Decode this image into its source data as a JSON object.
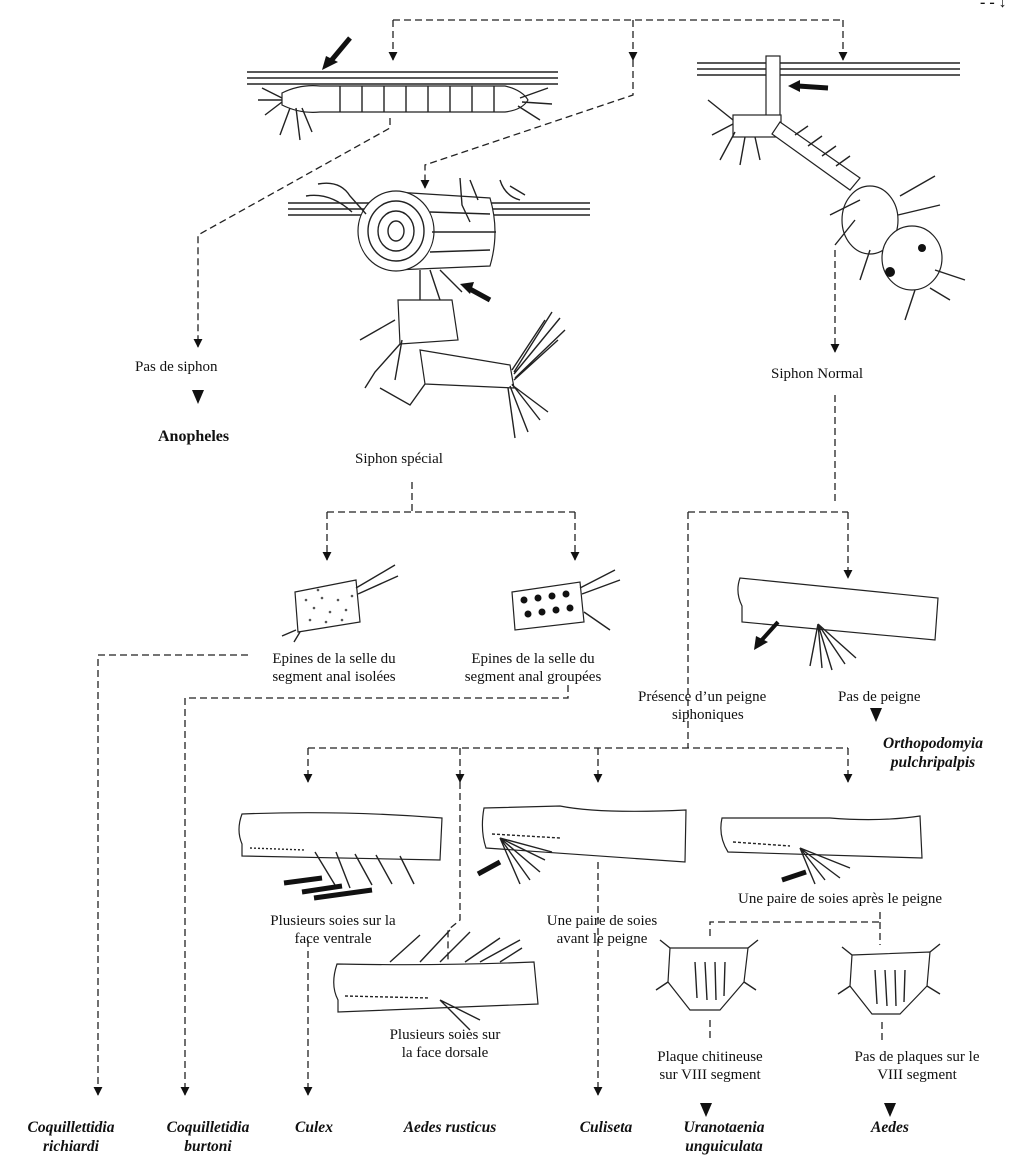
{
  "corner_mark": "- - ↓",
  "labels": {
    "pas_de_siphon": "Pas de siphon",
    "siphon_special": "Siphon spécial",
    "siphon_normal": "Siphon Normal",
    "epines_isolees_1": "Epines de la selle du",
    "epines_isolees_2": "segment anal isolées",
    "epines_groupees_1": "Epines de la selle du",
    "epines_groupees_2": "segment anal groupées",
    "presence_peigne_1": "Présence d’un peigne",
    "presence_peigne_2": "siphoniques",
    "pas_de_peigne": "Pas de peigne",
    "plusieurs_ventrale_1": "Plusieurs soies sur la",
    "plusieurs_ventrale_2": "face ventrale",
    "paire_avant_1": "Une paire de soies",
    "paire_avant_2": "avant le peigne",
    "paire_apres": "Une paire de soies après le peigne",
    "plusieurs_dorsale_1": "Plusieurs soies sur",
    "plusieurs_dorsale_2": "la face dorsale",
    "plaque_1": "Plaque chitineuse",
    "plaque_2": "sur VIII segment",
    "pas_plaques_1": "Pas de plaques sur le",
    "pas_plaques_2": "VIII segment"
  },
  "taxa": {
    "anopheles": "Anopheles",
    "orthopodomyia_1": "Orthopodomyia",
    "orthopodomyia_2": "pulchripalpis",
    "coq_richiardi_1": "Coquillettidia",
    "coq_richiardi_2": "richiardi",
    "coq_burtoni_1": "Coquilletidia",
    "coq_burtoni_2": "burtoni",
    "culex": "Culex",
    "aedes_rusticus": "Aedes rusticus",
    "culiseta": "Culiseta",
    "uranotaenia_1": "Uranotaenia",
    "uranotaenia_2": "unguiculata",
    "aedes": "Aedes"
  }
}
